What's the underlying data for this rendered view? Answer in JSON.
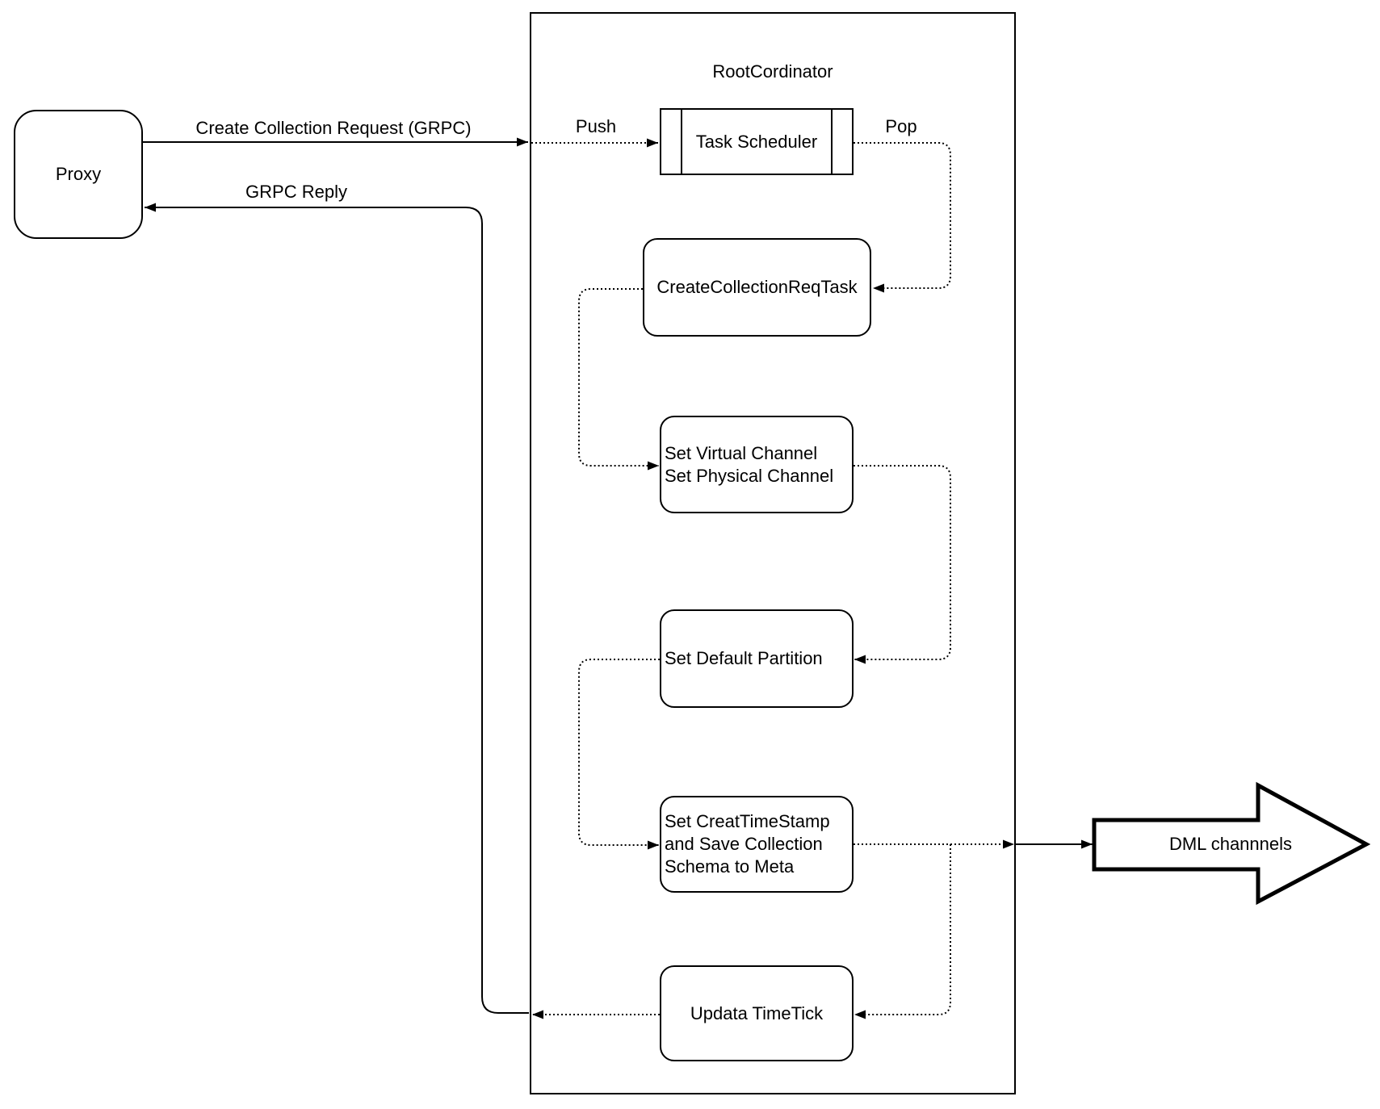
{
  "diagram": {
    "background": "#ffffff",
    "stroke_color": "#000000",
    "proxy": {
      "label": "Proxy"
    },
    "root_coordinator": {
      "title": "RootCordinator"
    },
    "nodes": {
      "task_scheduler": {
        "label": "Task Scheduler"
      },
      "create_collection_req_task": {
        "label": "CreateCollectionReqTask"
      },
      "set_channels": {
        "lines": [
          "Set Virtual Channel",
          "Set Physical Channel"
        ]
      },
      "set_default_partition": {
        "label": "Set Default Partition"
      },
      "set_create_timestamp": {
        "lines": [
          "Set CreatTimeStamp",
          "and Save Collection",
          "Schema to Meta"
        ]
      },
      "update_timetick": {
        "label": "Updata TimeTick"
      }
    },
    "edges": {
      "create_collection_request": "Create Collection Request (GRPC)",
      "grpc_reply": "GRPC Reply",
      "push": "Push",
      "pop": "Pop"
    },
    "dml_channels": {
      "label": "DML channnels"
    }
  }
}
